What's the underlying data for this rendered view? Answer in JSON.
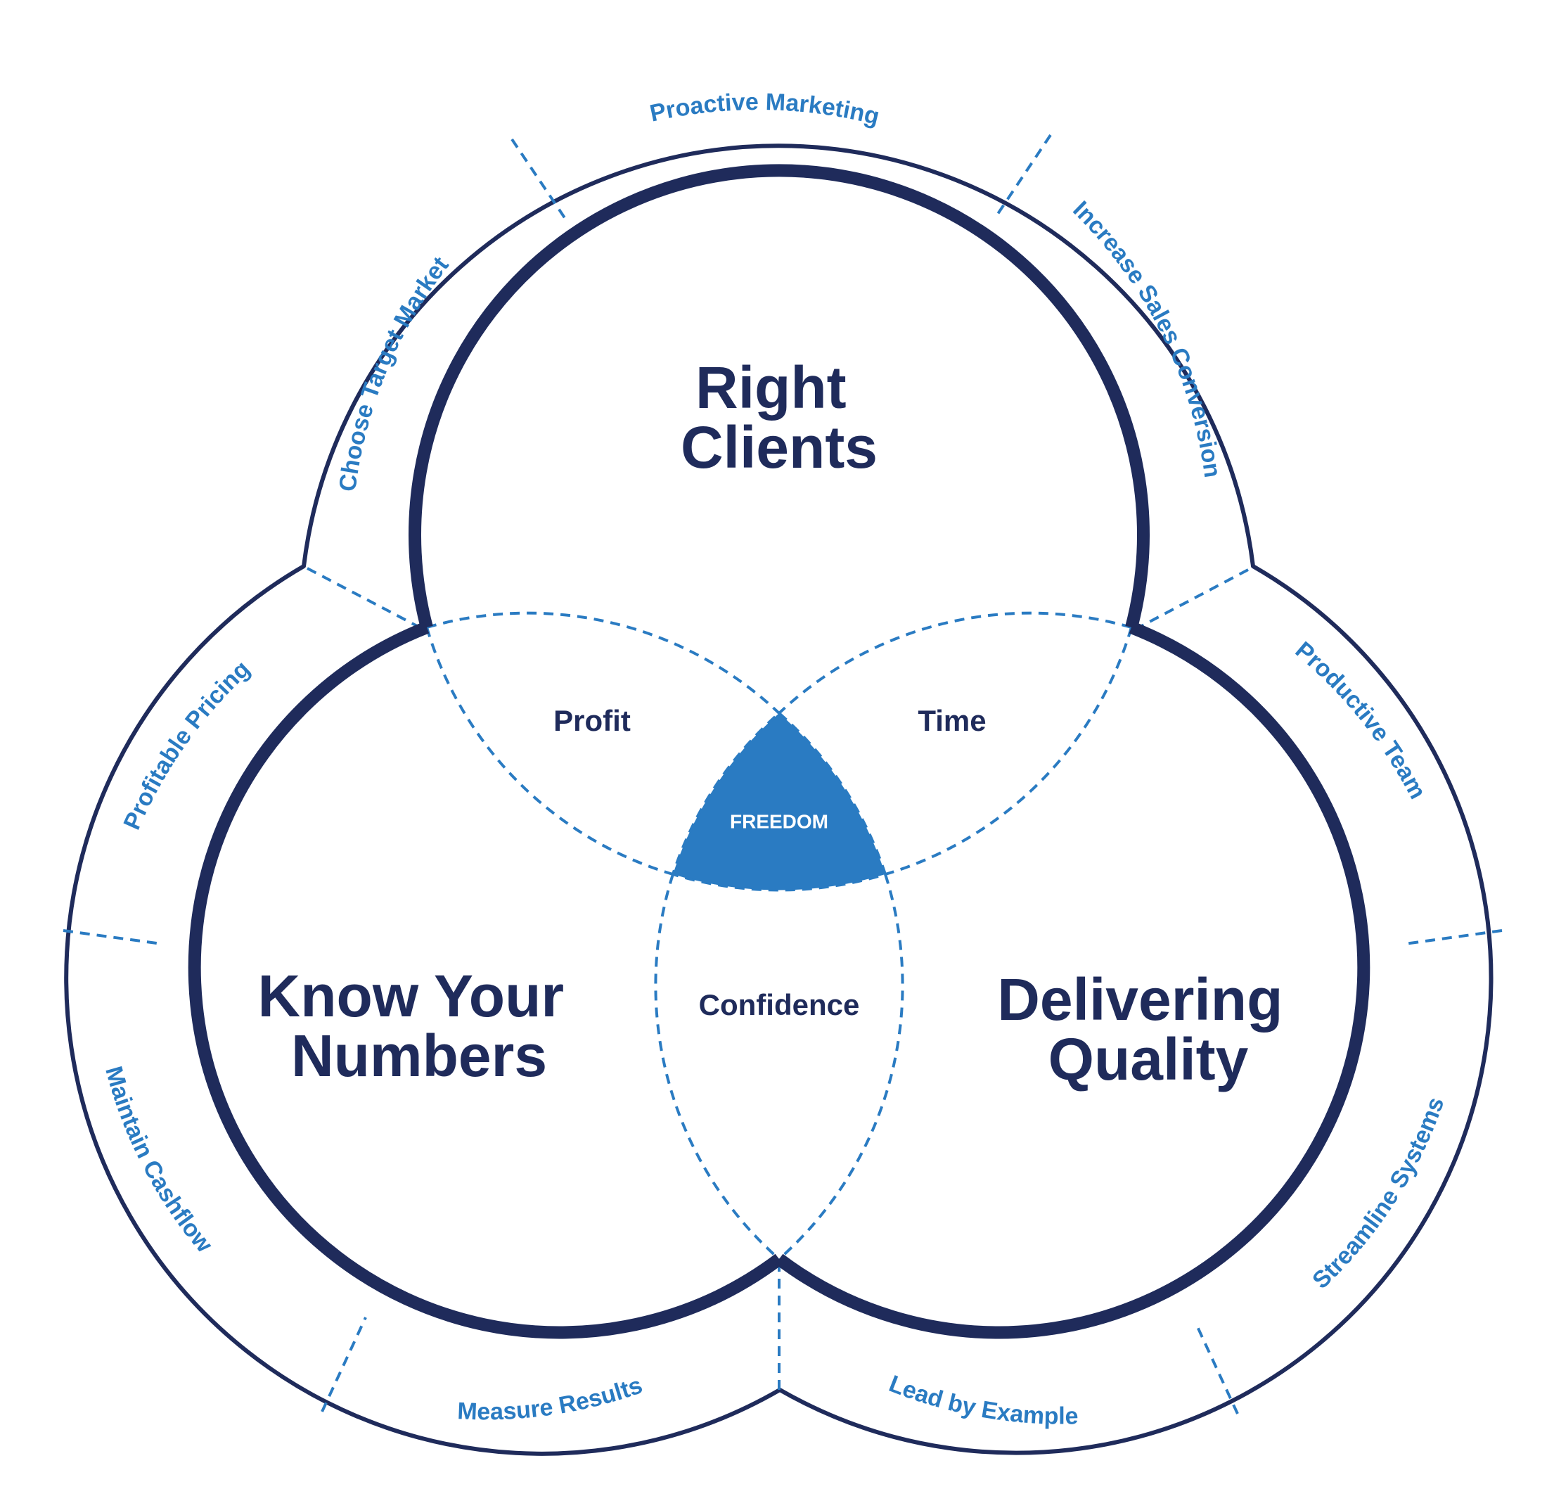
{
  "colors": {
    "navy": "#1f2b5b",
    "blue": "#2a7bc2",
    "background": "#ffffff"
  },
  "circles": {
    "top": {
      "title_line1": "Right",
      "title_line2": "Clients"
    },
    "left": {
      "title_line1": "Know Your",
      "title_line2": "Numbers"
    },
    "right": {
      "title_line1": "Delivering",
      "title_line2": "Quality"
    }
  },
  "intersections": {
    "top_left": "Profit",
    "top_right": "Time",
    "bottom": "Confidence",
    "center": "FREEDOM"
  },
  "ring_segments": [
    "Proactive Marketing",
    "Choose Target Market",
    "Increase Sales Conversion",
    "Profitable Pricing",
    "Maintain Cashflow",
    "Measure Results",
    "Productive Team",
    "Streamline Systems",
    "Lead by Example"
  ]
}
